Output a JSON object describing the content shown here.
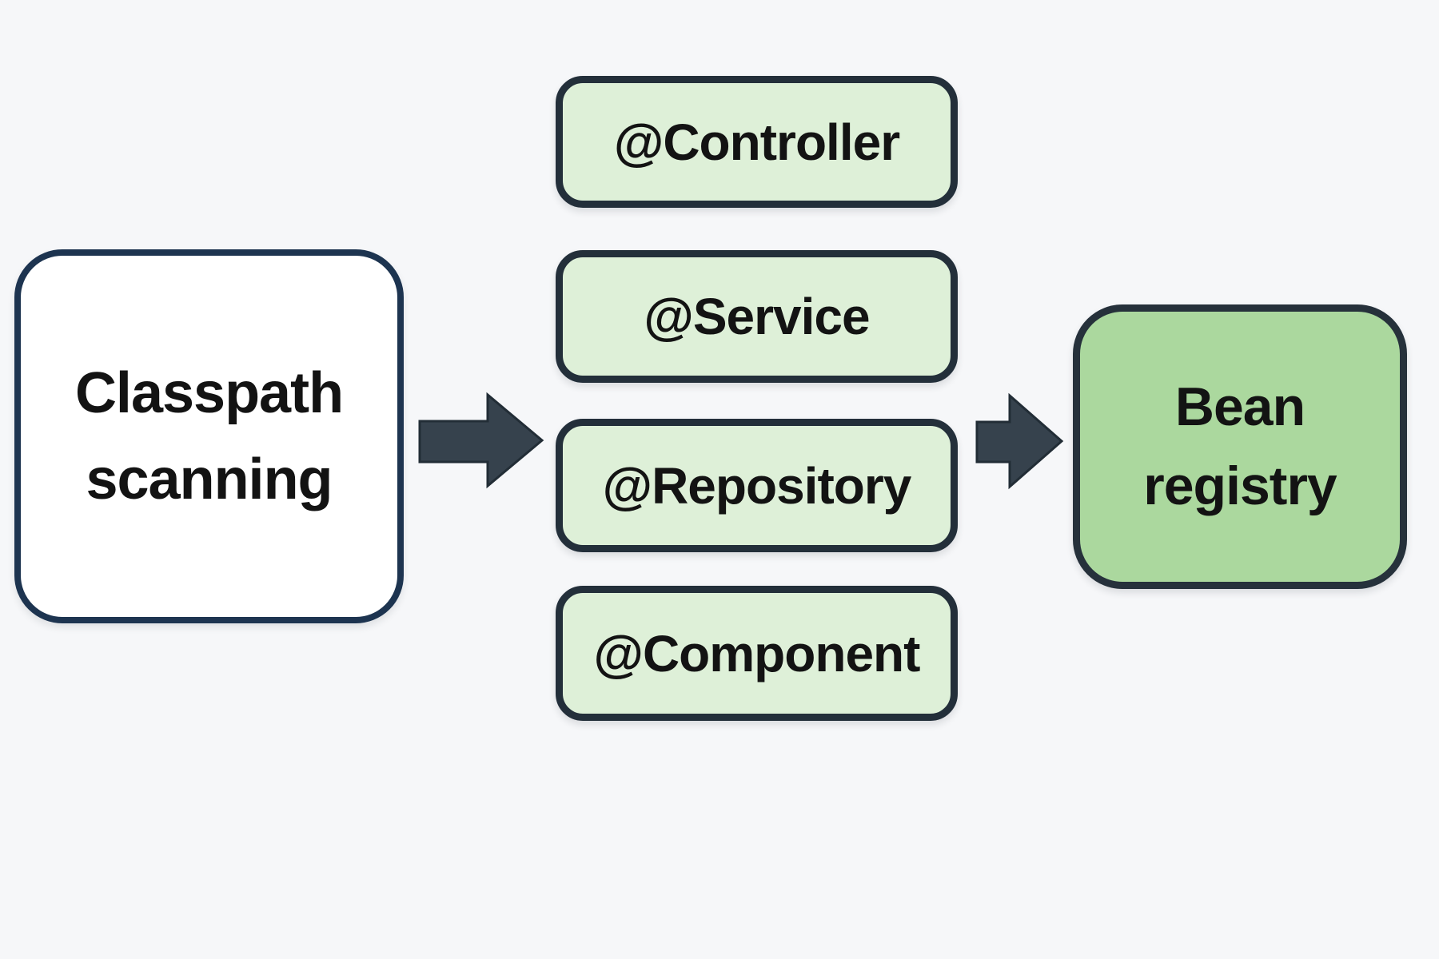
{
  "diagram": {
    "colors": {
      "background": "#f6f7f9",
      "annotation_fill": "#def0d8",
      "annotation_border": "#232f3a",
      "source_fill": "#ffffff",
      "source_border": "#1d3450",
      "target_fill": "#abd89e",
      "target_border": "#26313b",
      "arrow_fill": "#36424d",
      "arrow_edge": "#222d36",
      "text_color": "#131313"
    },
    "source": {
      "label": "Classpath scanning"
    },
    "annotations": [
      {
        "label": "@Controller"
      },
      {
        "label": "@Service"
      },
      {
        "label": "@Repository"
      },
      {
        "label": "@Component"
      }
    ],
    "target": {
      "label": "Bean registry"
    },
    "arrows": [
      {
        "icon": "right-arrow-icon",
        "from": "classpath-scanning",
        "to": "stereotype-annotations"
      },
      {
        "icon": "right-arrow-icon",
        "from": "stereotype-annotations",
        "to": "bean-registry"
      }
    ]
  }
}
